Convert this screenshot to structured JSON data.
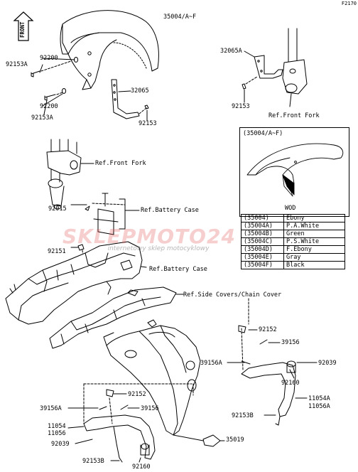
{
  "figure_code": "F2170",
  "front_badge": "FRONT",
  "labels": {
    "fender": "35004/A~F",
    "bracket_65a": "32065A",
    "washer_a": "92200",
    "bolt_a": "92153A",
    "stay": "32065",
    "washer_b": "92200",
    "bolt_b": "92153A",
    "bolt_c": "92153",
    "bolt_d": "92153",
    "ref_fork_right": "Ref.Front Fork",
    "ref_fork_left": "Ref.Front Fork",
    "clip": "92015",
    "ref_battery_1": "Ref.Battery Case",
    "nut": "92151",
    "ref_battery_2": "Ref.Battery Case",
    "ref_side_covers": "Ref.Side Covers/Chain Cover",
    "grommet_r": "92152",
    "spacer_r": "39156",
    "spacer_ra": "39156A",
    "bolt_r": "92039",
    "damper_r": "92160",
    "bracket_r1": "11054A",
    "bracket_r2": "11056A",
    "bolt_rb": "92153B",
    "grommet_l": "92152",
    "spacer_la": "39156A",
    "spacer_l": "39156",
    "bracket_l1": "11054",
    "bracket_l2": "11056",
    "bolt_l": "92039",
    "bolt_lb": "92153B",
    "damper_l": "92160",
    "rear_fender": "35019"
  },
  "inset": {
    "title": "(35004/A~F)",
    "caption": "WOD"
  },
  "color_table": [
    {
      "code": "(35004)",
      "color": "Ebony"
    },
    {
      "code": "(35004A)",
      "color": "P.A.White"
    },
    {
      "code": "(35004B)",
      "color": "Green"
    },
    {
      "code": "(35004C)",
      "color": "P.S.White"
    },
    {
      "code": "(35004D)",
      "color": "F.Ebony"
    },
    {
      "code": "(35004E)",
      "color": "Gray"
    },
    {
      "code": "(35004F)",
      "color": "Black"
    }
  ],
  "watermark": {
    "brand": "SKLEPMOTO24",
    "tagline": "internetowy sklep motocyklowy"
  }
}
